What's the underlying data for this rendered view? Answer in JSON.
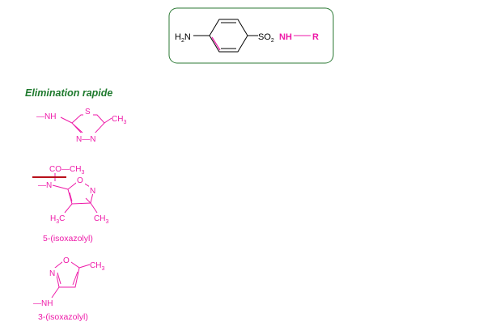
{
  "header": {
    "h2n_main": "H",
    "h2n_sub": "2",
    "h2n_tail": "N",
    "so2_main": "SO",
    "so2_sub": "2",
    "nh": "NH",
    "r": "R"
  },
  "section_title": "Elimination rapide",
  "mol1": {
    "nh": "—NH",
    "s": "S",
    "ch3_main": "CH",
    "ch3_sub": "3",
    "nn": "N—N"
  },
  "mol2": {
    "co_ch": "CO—CH",
    "co_sub": "3",
    "n_left": "—N",
    "o": "O",
    "n_right": "N",
    "h3c_main": "H",
    "h3c_sub": "3",
    "h3c_tail": "C",
    "ch3_main": "CH",
    "ch3_sub": "3",
    "caption": "5-(isoxazolyl)"
  },
  "mol3": {
    "o": "O",
    "n": "N",
    "ch3_main": "CH",
    "ch3_sub": "3",
    "nh": "—NH",
    "caption": "3-(isoxazolyl)"
  },
  "colors": {
    "magenta": "#ee1aa8",
    "green_title": "#1f7a2e",
    "box_border": "#2c7a35",
    "black": "#000000",
    "cross_red": "#b8101a"
  }
}
